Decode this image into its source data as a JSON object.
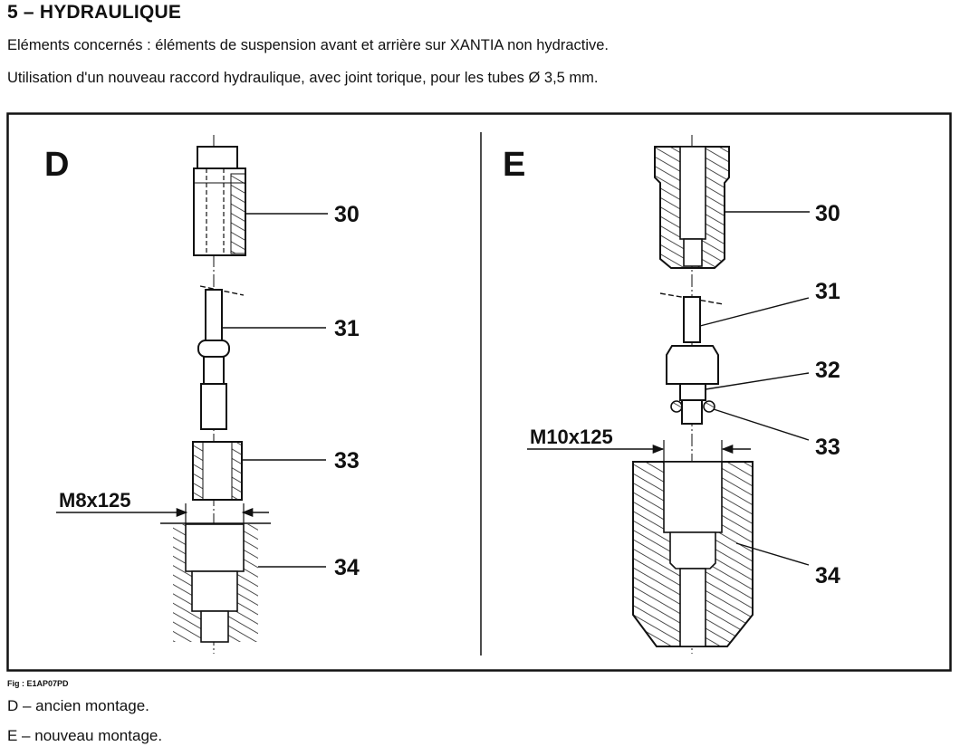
{
  "header": {
    "title": "5 – HYDRAULIQUE",
    "line1": "Eléments concernés : éléments de suspension avant et arrière sur XANTIA non hydractive.",
    "line2": "Utilisation d'un nouveau raccord hydraulique, avec joint torique, pour les tubes Ø 3,5 mm."
  },
  "figure": {
    "panel_d": {
      "letter": "D",
      "thread": "M8x125",
      "labels": [
        "30",
        "31",
        "33",
        "34"
      ]
    },
    "panel_e": {
      "letter": "E",
      "thread": "M10x125",
      "labels": [
        "30",
        "31",
        "32",
        "33",
        "34"
      ]
    },
    "ref": "Fig : E1AP07PD"
  },
  "captions": {
    "d": "D – ancien montage.",
    "e": "E – nouveau montage."
  }
}
